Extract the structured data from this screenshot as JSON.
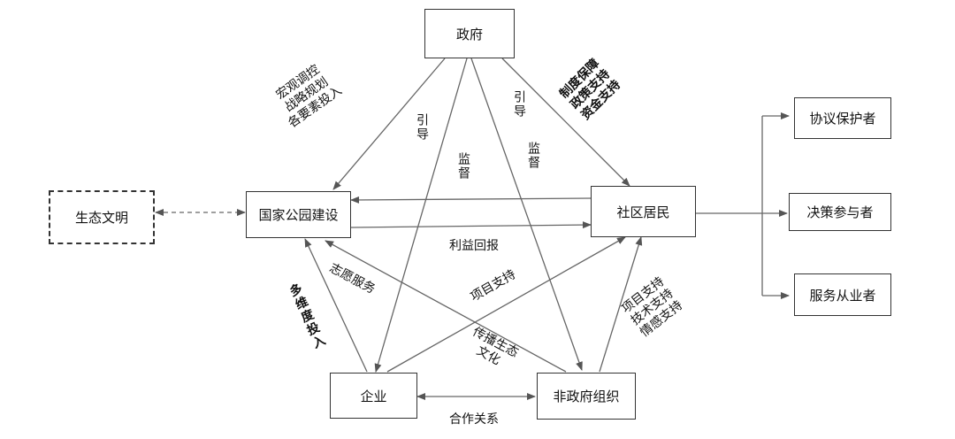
{
  "nodes": {
    "government": "政府",
    "park": "国家公园建设",
    "eco": "生态文明",
    "community": "社区居民",
    "enterprise": "企业",
    "ngo": "非政府组织",
    "protector": "协议保护者",
    "decision": "决策参与者",
    "service": "服务从业者"
  },
  "labels": {
    "macro": "宏观调控\n战略规划\n各要素投入",
    "guide_left": "引导",
    "supervise_left": "监督",
    "guide_right": "引导",
    "supervise_right": "监督",
    "policy": "制度保障\n政策支持\n资金支持",
    "benefit": "利益回报",
    "volunteer": "志愿服务",
    "project_support": "项目支持",
    "multi_invest": "多维度投入",
    "culture": "传播生态\n文化",
    "ngo_support": "项目支持\n技术支持\n情感支持",
    "cooperation": "合作关系"
  }
}
